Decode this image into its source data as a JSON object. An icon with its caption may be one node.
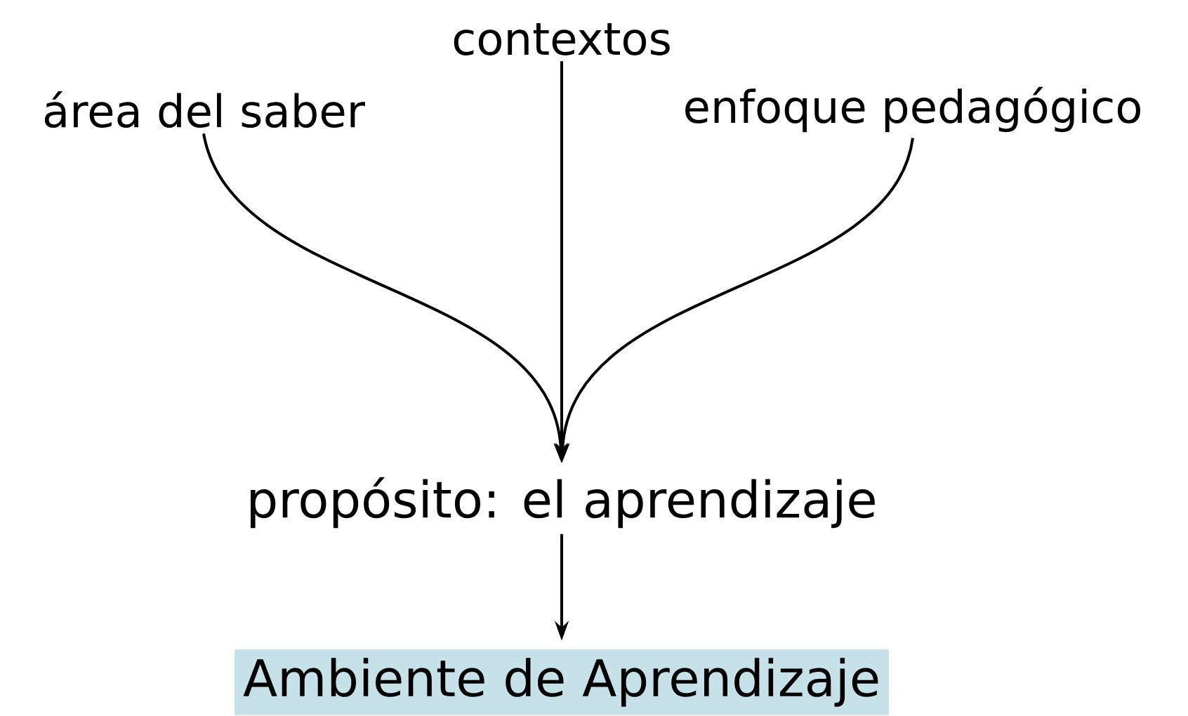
{
  "diagram": {
    "nodes": [
      {
        "text": [
          "área del saber"
        ]
      },
      {
        "text": [
          "contextos"
        ]
      },
      {
        "text": [
          "enfoque pedagógico"
        ]
      },
      {
        "text": [
          "propósito: el aprendizaje"
        ]
      },
      {
        "text": [
          "Ambiente de Aprendizaje"
        ]
      }
    ],
    "edges": [
      {
        "from": 0,
        "to": 3,
        "arrow": "to"
      },
      {
        "from": 1,
        "to": 3,
        "arrow": "to"
      },
      {
        "from": 2,
        "to": 3,
        "arrow": "to"
      },
      {
        "from": 3,
        "to": 4,
        "arrow": "to"
      }
    ]
  }
}
